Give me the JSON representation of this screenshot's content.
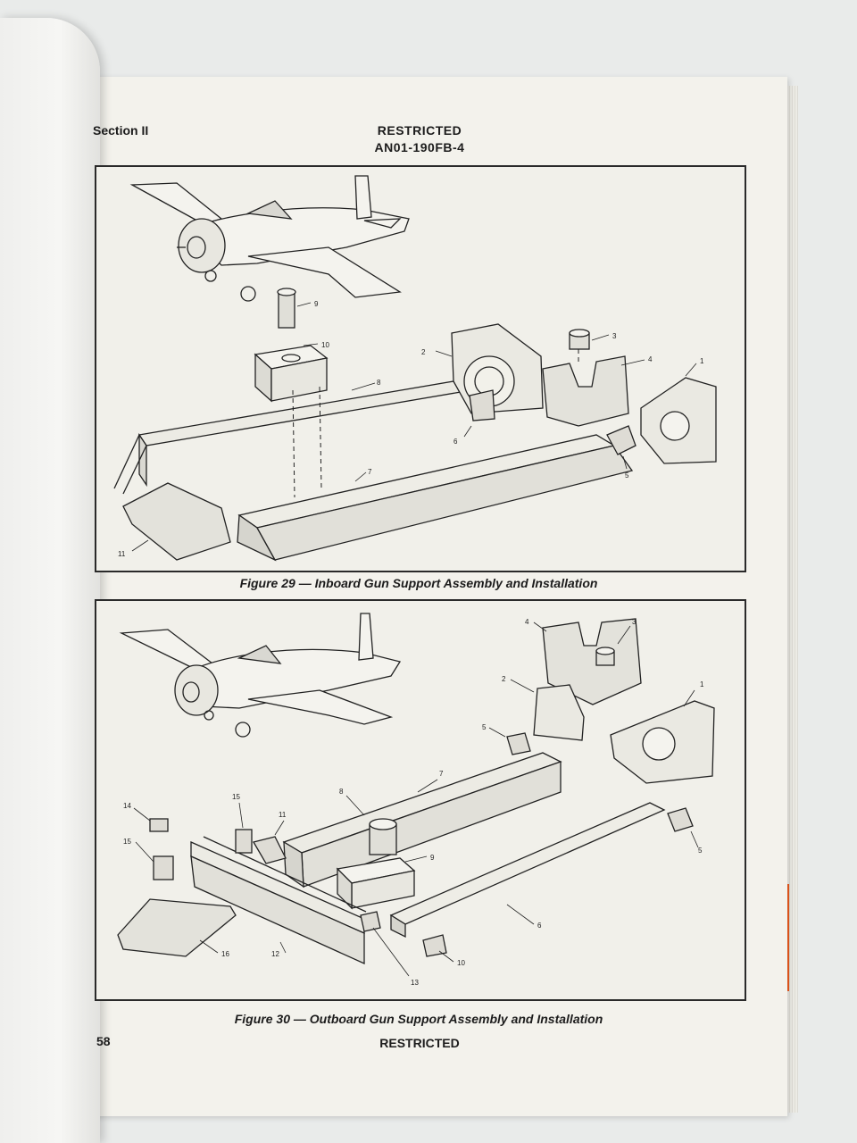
{
  "header": {
    "section": "Section II",
    "classification": "RESTRICTED",
    "document_number": "AN01-190FB-4"
  },
  "figures": [
    {
      "caption": "Figure 29 — Inboard Gun Support Assembly and Installation",
      "callouts": [
        "1",
        "2",
        "3",
        "4",
        "5",
        "6",
        "7",
        "8",
        "9",
        "10",
        "11"
      ]
    },
    {
      "caption": "Figure 30 — Outboard Gun Support Assembly and Installation",
      "callouts": [
        "1",
        "2",
        "3",
        "4",
        "5",
        "5",
        "6",
        "7",
        "8",
        "9",
        "10",
        "11",
        "12",
        "13",
        "14",
        "15",
        "15",
        "16"
      ]
    }
  ],
  "footer": {
    "page_number": "58",
    "classification": "RESTRICTED"
  }
}
